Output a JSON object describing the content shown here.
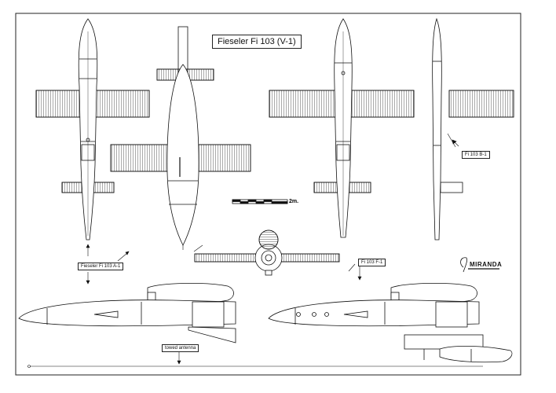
{
  "title": "Fieseler Fi 103 (V-1)",
  "variants": {
    "a1": "Fieseler Fi 103 A-1",
    "f1": "Fi 103 F-1",
    "b1": "Fi 103 B-1"
  },
  "scale_label": "2m.",
  "antenna_label": "towed antenna",
  "publisher_logo": "MIRANDA",
  "colors": {
    "ink": "#111111",
    "paper": "#ffffff",
    "frame": "#222222"
  }
}
